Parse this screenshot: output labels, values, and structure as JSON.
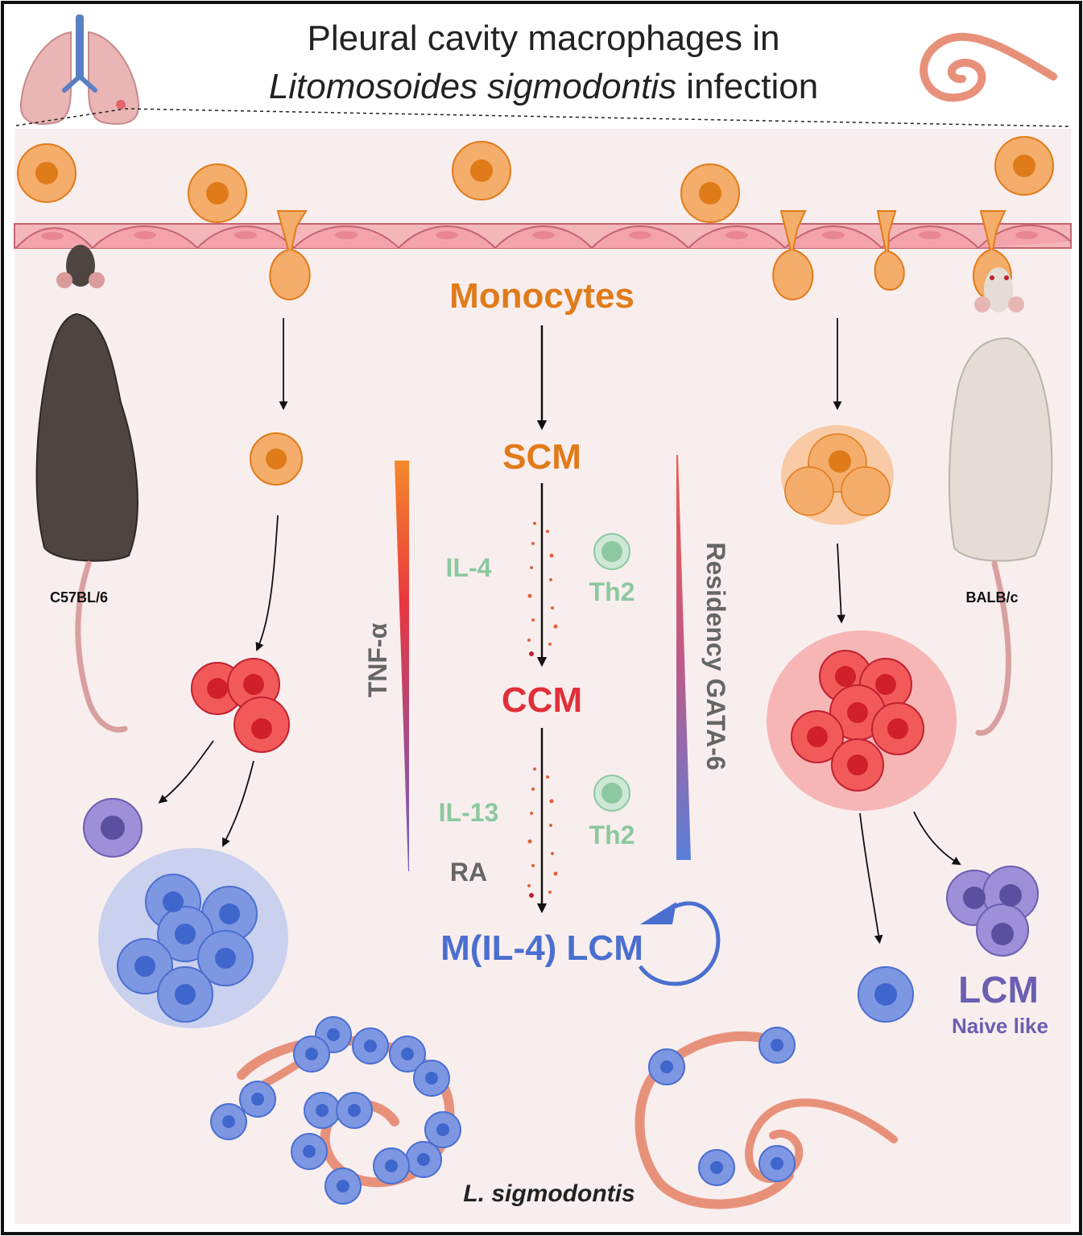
{
  "header": {
    "title_line1": "Pleural cavity macrophages in",
    "title_line2_italic": "Litomosoides sigmodontis",
    "title_line2_rest": " infection"
  },
  "pathway": {
    "monocytes": "Monocytes",
    "scm": "SCM",
    "ccm": "CCM",
    "final": "M(IL-4) LCM",
    "step1": {
      "cytokine": "IL-4",
      "cell": "Th2"
    },
    "step2": {
      "cytokine": "IL-13",
      "extra": "RA",
      "cell": "Th2"
    }
  },
  "gradients": {
    "left_label": "TNF-α",
    "right_label": "Residency GATA-6"
  },
  "strains": {
    "left": "C57BL/6",
    "right": "BALB/c"
  },
  "right_outcome": {
    "title": "LCM",
    "subtitle": "Naive like"
  },
  "parasite_label": "L. sigmodontis",
  "colors": {
    "orange": "#e07b1a",
    "red": "#e0303a",
    "blue": "#4a6fd0",
    "purple": "#6a5fb0",
    "green": "#8cc8a0",
    "gray": "#666666",
    "background": "#f9eeee"
  }
}
